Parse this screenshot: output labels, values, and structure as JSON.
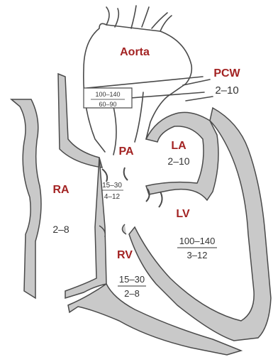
{
  "colors": {
    "wall": "#c9c9c9",
    "outline": "#4a4a4a",
    "chamber_label": "#a32323",
    "pressure_text": "#333333"
  },
  "labels": {
    "aorta": {
      "name": "Aorta",
      "pressure_top": "100–140",
      "pressure_bottom": "60–90"
    },
    "pcw": {
      "name": "PCW",
      "pressure": "2–10"
    },
    "pa": {
      "name": "PA",
      "pressure_top": "15–30",
      "pressure_bottom": "4–12"
    },
    "la": {
      "name": "LA",
      "pressure": "2–10"
    },
    "ra": {
      "name": "RA",
      "pressure": "2–8"
    },
    "lv": {
      "name": "LV",
      "pressure_top": "100–140",
      "pressure_bottom": "3–12"
    },
    "rv": {
      "name": "RV",
      "pressure_top": "15–30",
      "pressure_bottom": "2–8"
    }
  }
}
